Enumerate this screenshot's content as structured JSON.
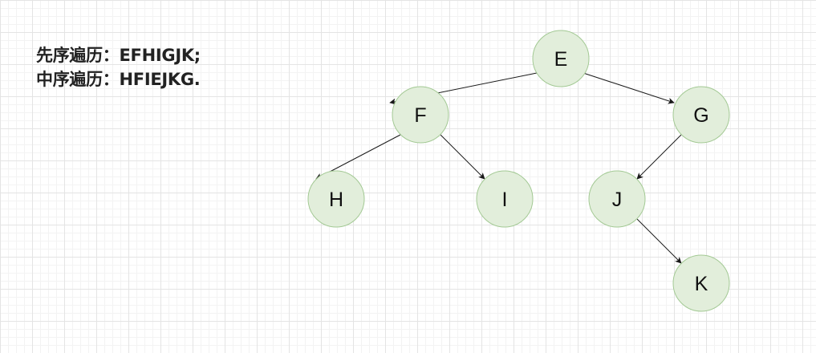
{
  "caption": {
    "preorder": "先序遍历：EFHIGJK;",
    "inorder": "中序遍历：HFIEJKG."
  },
  "tree": {
    "nodes": [
      {
        "id": "E",
        "label": "E"
      },
      {
        "id": "F",
        "label": "F"
      },
      {
        "id": "G",
        "label": "G"
      },
      {
        "id": "H",
        "label": "H"
      },
      {
        "id": "I",
        "label": "I"
      },
      {
        "id": "J",
        "label": "J"
      },
      {
        "id": "K",
        "label": "K"
      }
    ],
    "edges": [
      {
        "from": "E",
        "to": "F"
      },
      {
        "from": "E",
        "to": "G"
      },
      {
        "from": "F",
        "to": "H"
      },
      {
        "from": "F",
        "to": "I"
      },
      {
        "from": "G",
        "to": "J"
      },
      {
        "from": "J",
        "to": "K"
      }
    ]
  },
  "colors": {
    "node_fill": "#e2eedb",
    "node_stroke": "#a3c994",
    "edge": "#1a1a1a"
  }
}
